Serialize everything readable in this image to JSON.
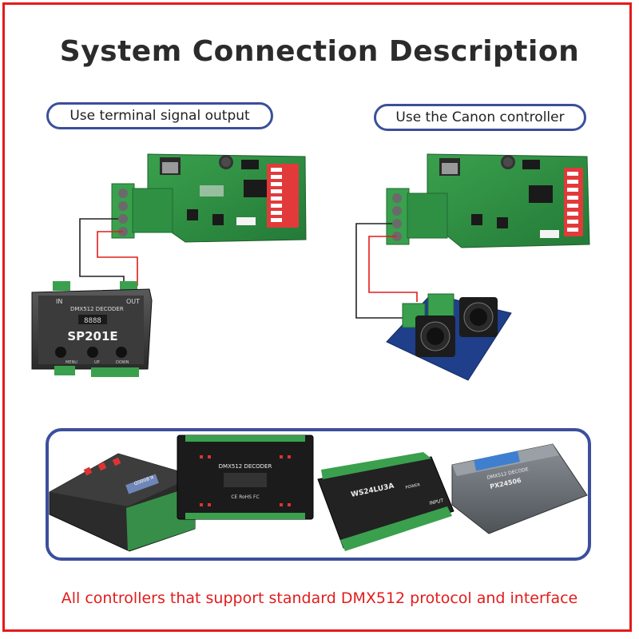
{
  "title": "System Connection Description",
  "left_label": "Use terminal signal output",
  "right_label": "Use the Canon controller",
  "footer": "All controllers that support standard DMX512 protocol and interface",
  "decoder": {
    "in_label": "IN",
    "out_label": "OUT",
    "model_header": "DMX512 DECODER",
    "display_value": "8888",
    "model": "SP201E",
    "buttons": [
      "MENU",
      "UP",
      "DOWN"
    ]
  },
  "products": {
    "p1_model": "K-8000D",
    "p2_header": "DMX512 DECODER",
    "p2_mark": "CE RoHS FC",
    "p3_model": "WS24LU3A",
    "p3_input": "INPUT",
    "p3_power": "POWER",
    "p4_header": "DMX512 DECODE",
    "p4_model": "PX24506"
  },
  "colors": {
    "frame": "#e31b1b",
    "pill_border": "#3b4f9c",
    "pcb": "#2e8b45",
    "terminal": "#3aa04d",
    "dip": "#e23a3a",
    "wire_red": "#e31b1b",
    "wire_black": "#222222"
  }
}
